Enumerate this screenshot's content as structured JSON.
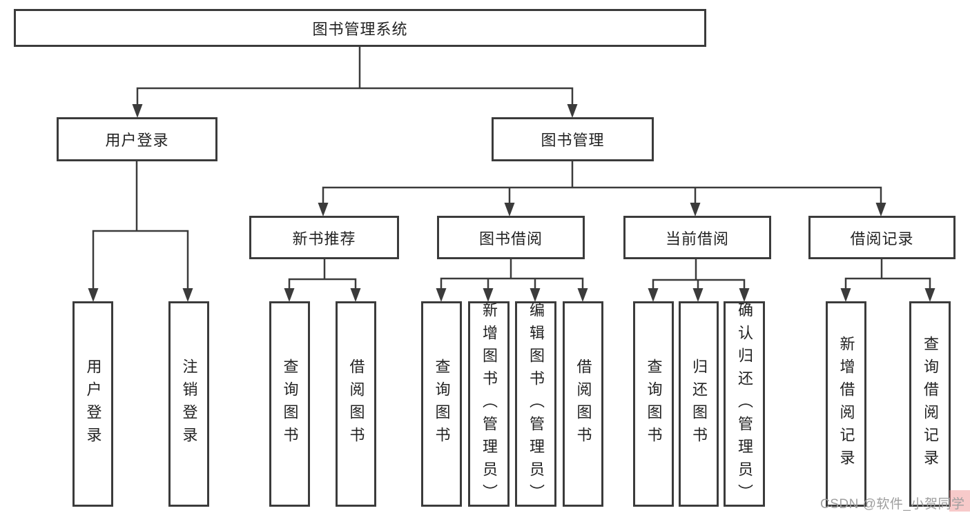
{
  "tree": {
    "root": {
      "label": "图书管理系统"
    },
    "branches": [
      {
        "label": "用户登录",
        "children": [
          {
            "label": "用户登录"
          },
          {
            "label": "注销登录"
          }
        ]
      },
      {
        "label": "图书管理",
        "children": [
          {
            "label": "新书推荐",
            "children": [
              {
                "label": "查询图书"
              },
              {
                "label": "借阅图书"
              }
            ]
          },
          {
            "label": "图书借阅",
            "children": [
              {
                "label": "查询图书"
              },
              {
                "label": "新增图书（管理员）"
              },
              {
                "label": "编辑图书（管理员）"
              },
              {
                "label": "借阅图书"
              }
            ]
          },
          {
            "label": "当前借阅",
            "children": [
              {
                "label": "查询图书"
              },
              {
                "label": "归还图书"
              },
              {
                "label": "确认归还（管理员）"
              }
            ]
          },
          {
            "label": "借阅记录",
            "children": [
              {
                "label": "新增借阅记录"
              },
              {
                "label": "查询借阅记录"
              }
            ]
          }
        ]
      }
    ]
  },
  "watermark": {
    "text": "CSDN @软件_小贺同学"
  },
  "colors": {
    "line": "#3b3b3b",
    "box_border": "#3b3b3b",
    "box_background": "#ffffff",
    "text": "#222222",
    "watermark_text": "#9e9e9e",
    "watermark_highlight": "#edc0c0",
    "background": "#ffffff"
  }
}
